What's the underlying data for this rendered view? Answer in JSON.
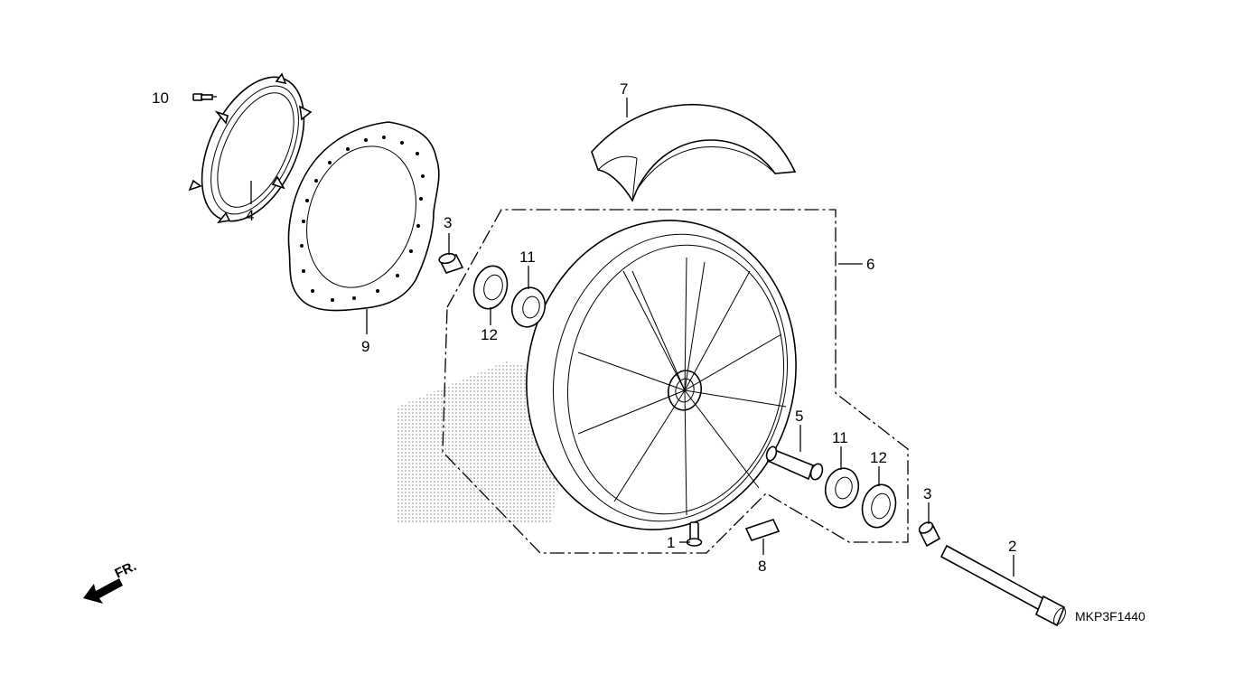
{
  "diagram": {
    "code": "MKP3F1440",
    "direction_label": "FR.",
    "callouts": {
      "p1": "1",
      "p2": "2",
      "p3a": "3",
      "p3b": "3",
      "p4": "4",
      "p5": "5",
      "p6": "6",
      "p7": "7",
      "p8": "8",
      "p9": "9",
      "p10": "10",
      "p11a": "11",
      "p11b": "11",
      "p12a": "12",
      "p12b": "12"
    }
  }
}
